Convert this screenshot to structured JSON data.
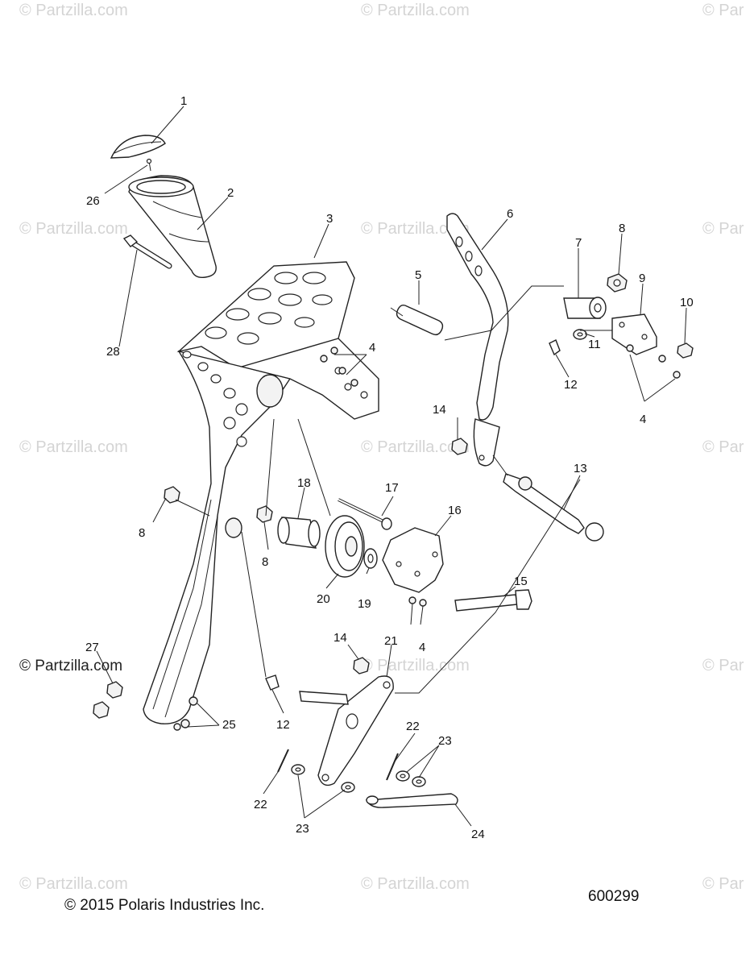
{
  "watermarks": {
    "text": "© Partzilla.com",
    "text_short": "© Par"
  },
  "main_watermark": "© Partzilla.com",
  "copyright": "© 2015 Polaris Industries Inc.",
  "diagram_number": "600299",
  "callouts": {
    "c1": "1",
    "c2": "2",
    "c3": "3",
    "c4a": "4",
    "c4b": "4",
    "c4c": "4",
    "c5": "5",
    "c6": "6",
    "c7": "7",
    "c8a": "8",
    "c8b": "8",
    "c8c": "8",
    "c9": "9",
    "c10": "10",
    "c11": "11",
    "c12a": "12",
    "c12b": "12",
    "c13": "13",
    "c14a": "14",
    "c14b": "14",
    "c15": "15",
    "c16": "16",
    "c17": "17",
    "c18": "18",
    "c19": "19",
    "c20": "20",
    "c21": "21",
    "c22a": "22",
    "c22b": "22",
    "c23a": "23",
    "c23b": "23",
    "c24": "24",
    "c25": "25",
    "c26": "26",
    "c27": "27",
    "c28": "28"
  }
}
